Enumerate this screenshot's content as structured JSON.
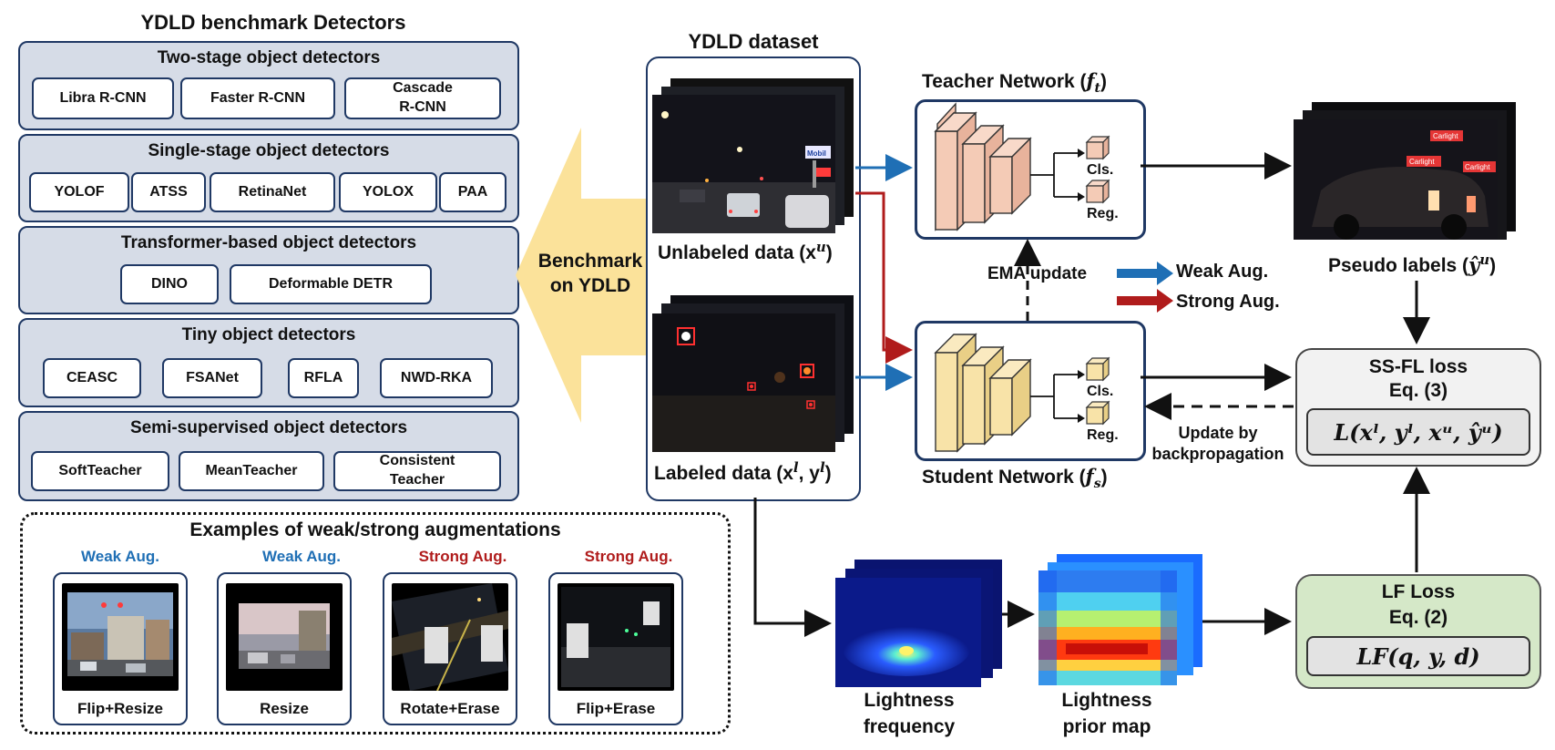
{
  "benchmark": {
    "title": "YDLD benchmark Detectors",
    "groups": [
      {
        "title": "Two-stage object detectors",
        "items": [
          "Libra R-CNN",
          "Faster R-CNN",
          "Cascade\nR-CNN"
        ]
      },
      {
        "title": "Single-stage object detectors",
        "items": [
          "YOLOF",
          "ATSS",
          "RetinaNet",
          "YOLOX",
          "PAA"
        ]
      },
      {
        "title": "Transformer-based object detectors",
        "items": [
          "DINO",
          "Deformable DETR"
        ]
      },
      {
        "title": "Tiny object detectors",
        "items": [
          "CEASC",
          "FSANet",
          "RFLA",
          "NWD-RKA"
        ]
      },
      {
        "title": "Semi-supervised object detectors",
        "items": [
          "SoftTeacher",
          "MeanTeacher",
          "Consistent\nTeacher"
        ]
      }
    ],
    "arrow_label": "Benchmark\non YDLD"
  },
  "augmentations": {
    "title": "Examples of weak/strong augmentations",
    "weak_color": "#1f6fb5",
    "strong_color": "#b01c1c",
    "examples": [
      {
        "kind": "Weak Aug.",
        "strength": "weak",
        "caption": "Flip+Resize"
      },
      {
        "kind": "Weak Aug.",
        "strength": "weak",
        "caption": "Resize"
      },
      {
        "kind": "Strong Aug.",
        "strength": "strong",
        "caption": "Rotate+Erase"
      },
      {
        "kind": "Strong Aug.",
        "strength": "strong",
        "caption": "Flip+Erase"
      }
    ]
  },
  "dataset": {
    "title": "YDLD dataset",
    "unlabeled": "Unlabeled data (x",
    "unlabeled_sup": "u",
    "labeled": "Labeled data (x",
    "labeled_sup1": "l",
    "labeled_mid": ", y",
    "labeled_sup2": "l",
    "close": ")",
    "sign_text": "Mobil"
  },
  "teacher": {
    "label": "Teacher Network (",
    "sym": "f",
    "sub": "t",
    "cls": "Cls.",
    "reg": "Reg."
  },
  "student": {
    "label": "Student Network (",
    "sym": "f",
    "sub": "s",
    "cls": "Cls.",
    "reg": "Reg."
  },
  "ema_label": "EMA update",
  "legend": {
    "weak": "Weak Aug.",
    "strong": "Strong Aug.",
    "weak_color": "#1f6fb5",
    "strong_color": "#b01c1c"
  },
  "pseudo": {
    "label": "Pseudo labels (",
    "sym": "ŷ",
    "sup": "u",
    "tags": [
      "Carlight",
      "Carlight",
      "Carlight"
    ]
  },
  "ssfl": {
    "title": "SS-FL loss",
    "eq_ref": "Eq. (3)",
    "formula": "L(xˡ, yˡ, xᵘ, ŷᵘ)",
    "fill": "#f2f2f2"
  },
  "backprop": "Update by\nbackpropagation",
  "lf": {
    "title": "LF Loss",
    "eq_ref": "Eq. (2)",
    "formula": "LF(q, y, d)",
    "fill": "#d5e8c8"
  },
  "freq_label": "Lightness\nfrequency",
  "prior_label": "Lightness\nprior map",
  "right_paren": ")"
}
